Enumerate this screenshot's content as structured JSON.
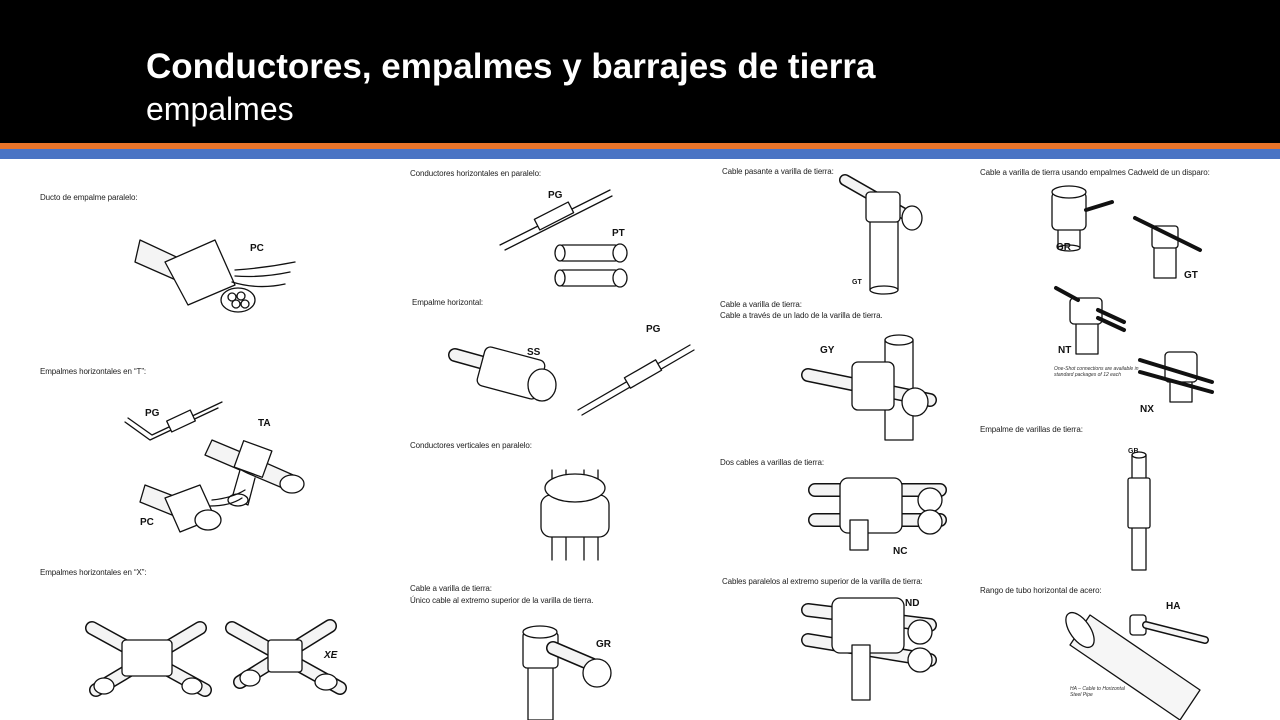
{
  "slide": {
    "title": "Conductores, empalmes y barrajes de tierra",
    "subtitle": "empalmes"
  },
  "colors": {
    "header_bg": "#000000",
    "stripe_orange": "#e8742a",
    "stripe_blue": "#4a74c4"
  },
  "captions": {
    "c1": "Ducto de empalme paralelo:",
    "c2": "Empalmes horizontales en “T”:",
    "c3": "Empalmes horizontales en “X”:",
    "c4": "Conductores horizontales en paralelo:",
    "c5": "Empalme horizontal:",
    "c6": "Conductores verticales en paralelo:",
    "c7a": "Cable a varilla de tierra:",
    "c7b": "Único cable al extremo superior de la varilla de tierra.",
    "c8": "Cable pasante a varilla de tierra:",
    "c9a": "Cable a varilla de tierra:",
    "c9b": "Cable a través de un lado de la varilla de tierra.",
    "c10": "Dos cables a varillas de tierra:",
    "c11": "Cables paralelos al extremo superior de la varilla de tierra:",
    "c12": "Cable a varilla de tierra usando empalmes Cadweld de un disparo:",
    "c13": "Empalme de varillas de tierra:",
    "c14": "Rango de tubo horizontal de acero:"
  },
  "codes": {
    "pc1": "PC",
    "pg1": "PG",
    "ta": "TA",
    "pc2": "PC",
    "xe": "XE",
    "pg2": "PG",
    "pt": "PT",
    "ss": "SS",
    "pg3": "PG",
    "gr1": "GR",
    "gt1": "GT",
    "gy": "GY",
    "nc": "NC",
    "nd": "ND",
    "gr2": "GR",
    "gt2": "GT",
    "nt": "NT",
    "nx": "NX",
    "gb": "GB",
    "ha": "HA"
  },
  "notes": {
    "oneshot1": "One-Shot connections are available in",
    "oneshot2": "standard packages of 12 each",
    "ha1": "HA – Cable to Horizontal",
    "ha2": "Steel Pipe"
  }
}
